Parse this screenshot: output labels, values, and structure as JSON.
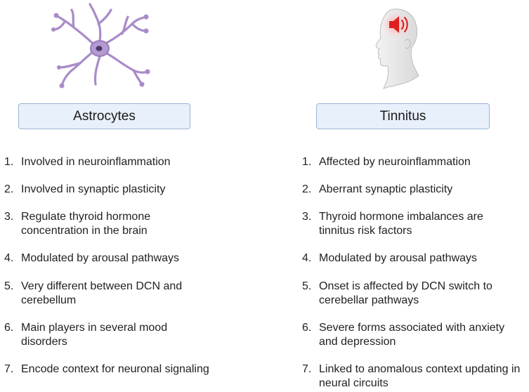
{
  "left": {
    "title": "Astrocytes",
    "items": [
      {
        "num": "1.",
        "text": "Involved in neuroinflammation"
      },
      {
        "num": "2.",
        "text": "Involved in synaptic plasticity"
      },
      {
        "num": "3.",
        "text": "Regulate thyroid hormone concentration in the brain"
      },
      {
        "num": "4.",
        "text": "Modulated by arousal pathways"
      },
      {
        "num": "5.",
        "text": "Very different between DCN and cerebellum"
      },
      {
        "num": "6.",
        "text": "Main players in several mood disorders"
      },
      {
        "num": "7.",
        "text": "Encode context for neuronal signaling"
      }
    ]
  },
  "right": {
    "title": "Tinnitus",
    "items": [
      {
        "num": "1.",
        "text": "Affected by neuroinflammation"
      },
      {
        "num": "2.",
        "text": "Aberrant synaptic plasticity"
      },
      {
        "num": "3.",
        "text": "Thyroid hormone imbalances are tinnitus risk factors"
      },
      {
        "num": "4.",
        "text": "Modulated by arousal pathways"
      },
      {
        "num": "5.",
        "text": "Onset is affected by DCN switch to cerebellar pathways"
      },
      {
        "num": "6.",
        "text": "Severe forms associated with anxiety and depression"
      },
      {
        "num": "7.",
        "text": "Linked to anomalous context updating in neural circuits"
      }
    ]
  },
  "icons": {
    "left": "astrocyte-icon",
    "right": "head-with-sound-icon"
  },
  "colors": {
    "astrocyte": "#a98bc9",
    "sound": "#e02020",
    "title_fill": "#e8f0fb",
    "title_border": "#9db4d6"
  }
}
